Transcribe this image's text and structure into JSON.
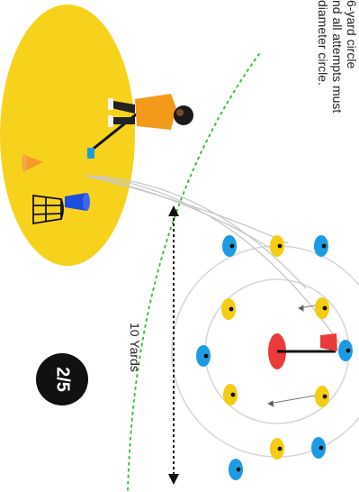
{
  "instructions": {
    "lines": [
      "6-yard circle",
      "nd all attempts must",
      "diameter circle."
    ]
  },
  "distance_label": "10 Yards",
  "page_indicator": "2/5",
  "colors": {
    "tee_zone": "#f7d21c",
    "target_yellow": "#f4cc12",
    "target_blue": "#1e9be0",
    "flag_red": "#ea3a3a",
    "boundary_green": "#3fbf3f",
    "shirt": "#f39a1a",
    "cone_orange": "#f59a2a",
    "cone_blue": "#1d4ee0"
  }
}
